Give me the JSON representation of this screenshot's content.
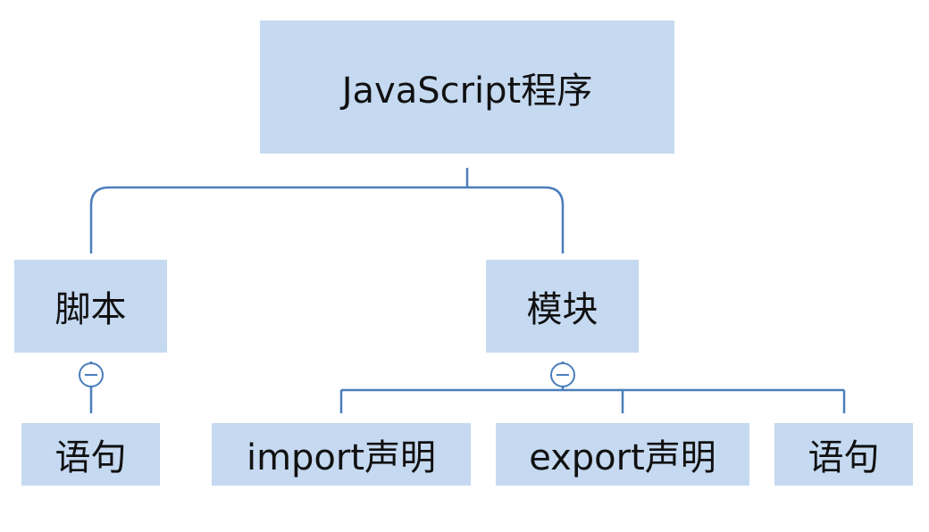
{
  "diagram": {
    "root": {
      "label": "JavaScript程序"
    },
    "children": [
      {
        "label": "脚本",
        "toggle_icon": "collapse-minus-icon",
        "children": [
          {
            "label": "语句"
          }
        ]
      },
      {
        "label": "模块",
        "toggle_icon": "collapse-minus-icon",
        "children": [
          {
            "label": "import声明"
          },
          {
            "label": "export声明"
          },
          {
            "label": "语句"
          }
        ]
      }
    ],
    "colors": {
      "node_fill": "#c5d9f1",
      "connector": "#4a7ebb",
      "text": "#111111"
    }
  }
}
